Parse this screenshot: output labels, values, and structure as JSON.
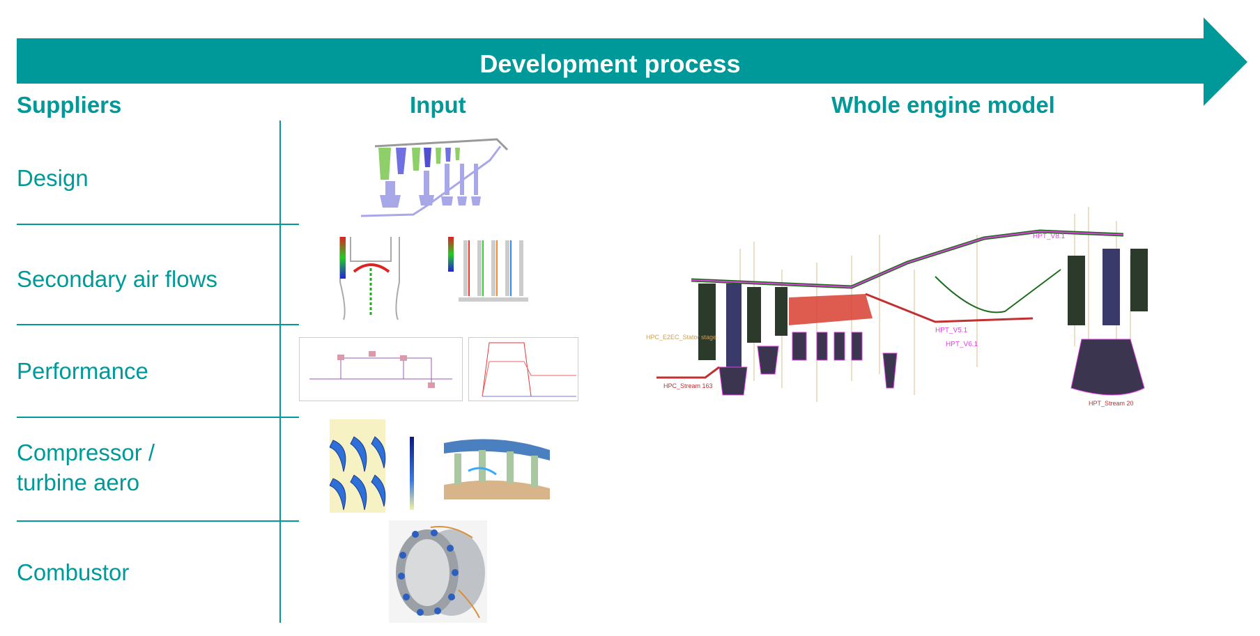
{
  "banner": {
    "title": "Development process",
    "color": "#009999"
  },
  "headers": {
    "suppliers": "Suppliers",
    "input": "Input",
    "model": "Whole engine model"
  },
  "rows": [
    {
      "label": "Design"
    },
    {
      "label": "Secondary air flows"
    },
    {
      "label": "Performance"
    },
    {
      "label_line1": "Compressor /",
      "label_line2": "turbine aero"
    },
    {
      "label": "Combustor"
    }
  ],
  "images": {
    "design": "engine-cross-section-sketch",
    "secondary_air_flows": [
      "cavity-flow-network-1",
      "cavity-flow-network-2"
    ],
    "performance": [
      "turbofan-cycle-schematic",
      "performance-curve-plot"
    ],
    "aero": [
      "blade-mach-contour",
      "turbine-vane-3d"
    ],
    "combustor": "combustor-3d-model",
    "whole_engine": "whole-engine-thermal-model"
  }
}
